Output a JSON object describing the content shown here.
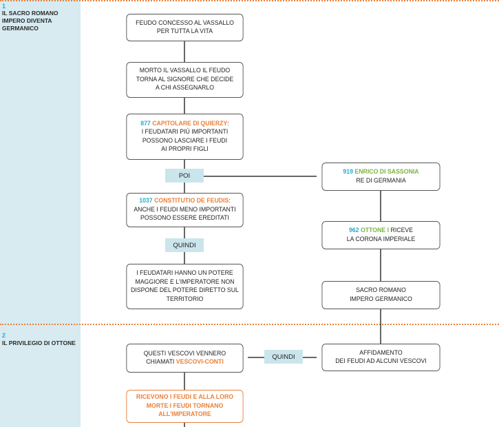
{
  "sections": [
    {
      "number": "1",
      "title": "IL SACRO ROMANO IMPERO DIVENTA GERMANICO"
    },
    {
      "number": "2",
      "title": "IL PRIVILEGIO DI OTTONE"
    }
  ],
  "left_column": {
    "b1": {
      "line1": "FEUDO CONCESSO AL VASSALLO",
      "line2": "PER TUTTA LA VITA"
    },
    "b2": {
      "line1": "MORTO IL VASSALLO IL FEUDO",
      "line2": "TORNA AL SIGNORE CHE DECIDE",
      "line3": "A CHI ASSEGNARLO"
    },
    "b3": {
      "year": "877",
      "name": "CAPITOLARE DI QUIERZY",
      "sep": ":",
      "line2": "I FEUDATARI PIÙ IMPORTANTI",
      "line3": "POSSONO LASCIARE I FEUDI",
      "line4": "AI PROPRI FIGLI"
    },
    "b4": {
      "year": "1037",
      "name": "CONSTITUTIO DE FEUDIS",
      "sep": ":",
      "line2": "ANCHE I FEUDI MENO IMPORTANTI",
      "line3": "POSSONO ESSERE EREDITATI"
    },
    "b5": {
      "line1": "I FEUDATARI HANNO UN POTERE",
      "line2": "MAGGIORE E L'IMPERATORE NON",
      "line3": "DISPONE DEL POTERE DIRETTO SUL",
      "line4": "TERRITORIO"
    },
    "b6": {
      "line1": "QUESTI VESCOVI VENNERO",
      "line2_a": "CHIAMATI",
      "line2_b": "VESCOVI-CONTI"
    },
    "b7": {
      "line1": "RICEVONO I FEUDI E ALLA LORO",
      "line2": "MORTE I FEUDI TORNANO",
      "line3": "ALL'IMPERATORE"
    }
  },
  "right_column": {
    "r1": {
      "year": "919",
      "name": "ENRICO DI SASSONIA",
      "line2": "RE DI GERMANIA"
    },
    "r2": {
      "year": "962",
      "name": "OTTONE I",
      "rest": "RICEVE",
      "line2": "LA CORONA IMPERIALE"
    },
    "r3": {
      "line1": "SACRO ROMANO",
      "line2": "IMPERO GERMANICO"
    },
    "r4": {
      "line1": "AFFIDAMENTO",
      "line2": "DEI FEUDI AD ALCUNI VESCOVI"
    }
  },
  "connectors": {
    "poi": "POI",
    "quindi1": "QUINDI",
    "quindi2": "QUINDI"
  },
  "colors": {
    "year": "#2aa9c9",
    "orange": "#e9803a",
    "green": "#7cb342",
    "sidebar": "#d7ebf1",
    "tag": "#cbe5ec"
  }
}
